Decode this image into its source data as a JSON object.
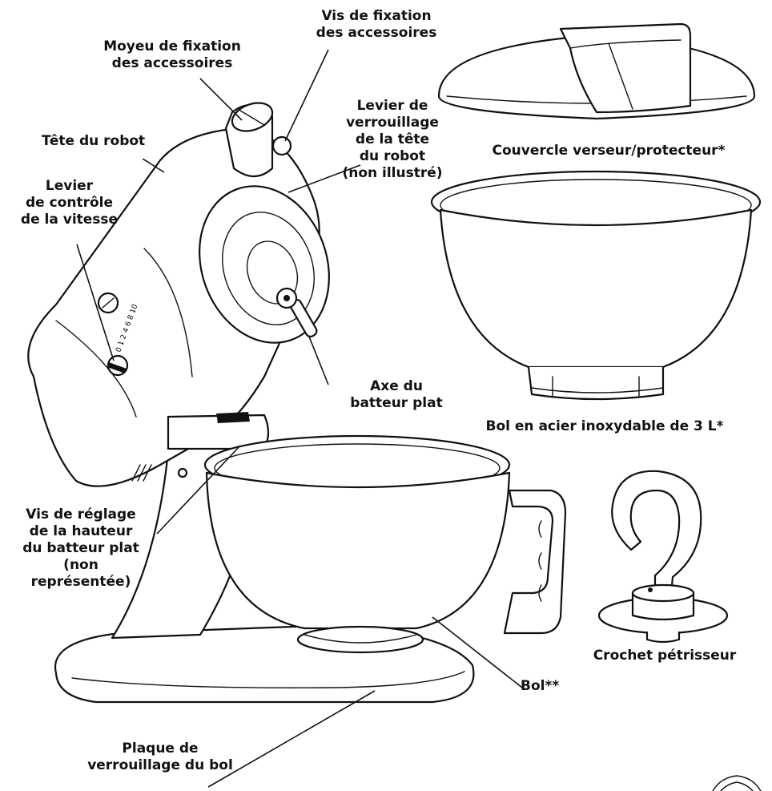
{
  "labels": {
    "moyeu": "Moyeu de fixation\ndes accessoires",
    "vis_fixation": "Vis de fixation\ndes accessoires",
    "tete": "Tête du robot",
    "levier_vitesse": "Levier\nde contrôle\nde la vitesse",
    "levier_verrouillage": "Levier de\nverrouillage\nde la tête\ndu robot\n(non illustré)",
    "couvercle": "Couvercle verseur/protecteur*",
    "bol_acier": "Bol en acier inoxydable de 3 L*",
    "axe": "Axe du\nbatteur plat",
    "vis_reglage": "Vis de réglage\nde la hauteur\ndu batteur plat\n(non\nreprésentée)",
    "crochet": "Crochet pétrisseur",
    "bol": "Bol**",
    "plaque": "Plaque de\nverrouillage du bol"
  },
  "speed_marks": "0 1 2 4 6 8 10",
  "icons": [
    "stand-mixer",
    "pouring-shield",
    "steel-bowl",
    "dough-hook"
  ]
}
